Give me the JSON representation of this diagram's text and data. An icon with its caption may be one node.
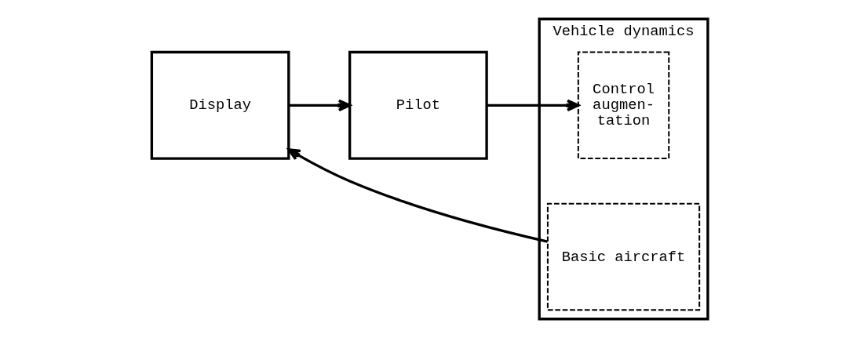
{
  "diagram": {
    "nodes": [
      {
        "text": [
          "Display"
        ]
      },
      {
        "text": [
          "Pilot"
        ]
      },
      {
        "text": [
          "Vehicle dynamics"
        ]
      },
      {
        "text": [
          "Control augmen- tation"
        ],
        "in": 2
      },
      {
        "text": [
          "Basic aircraft"
        ],
        "in": 2
      }
    ],
    "edges": [
      {
        "from": 0,
        "to": 1,
        "arrow": "to"
      },
      {
        "from": 1,
        "to": 3,
        "arrow": "to"
      },
      {
        "from": 4,
        "to": 0,
        "arrow": "to"
      }
    ]
  }
}
